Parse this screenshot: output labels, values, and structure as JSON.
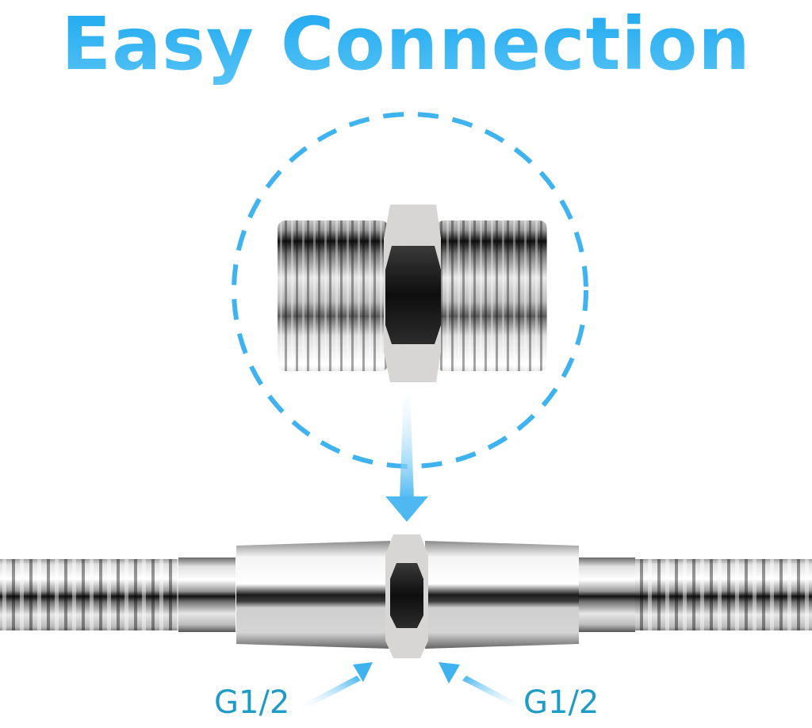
{
  "title": "Easy Connection",
  "labels": {
    "left_thread": "G1/2",
    "right_thread": "G1/2"
  },
  "colors": {
    "accent_blue": "#29aef0",
    "label_teal": "#1e9cc6",
    "arrow_blue": "#4db8f2",
    "chrome_dark": "#2a2a2a",
    "chrome_light": "#e8e8e8"
  },
  "illustration": {
    "detail_item": "hex-nipple-fitting",
    "assembly": "hose-connector-with-two-hoses"
  }
}
